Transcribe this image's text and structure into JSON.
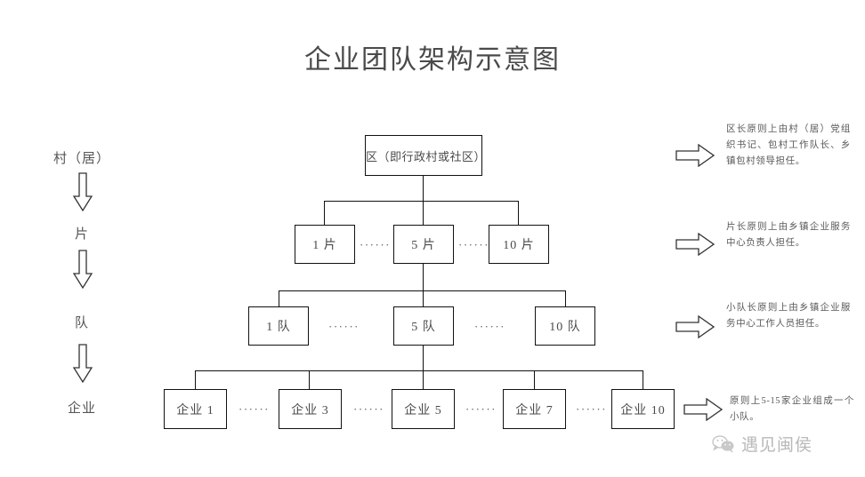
{
  "page": {
    "title": "企业团队架构示意图",
    "background_color": "#ffffff",
    "line_color": "#111111",
    "text_color": "#4a4a4a",
    "note_text_color": "#5a5a5a",
    "watermark_color": "#b9b9b9"
  },
  "hierarchy_ladder": {
    "levels": [
      {
        "label": "村（居）"
      },
      {
        "label": "片"
      },
      {
        "label": "队"
      },
      {
        "label": "企业"
      }
    ],
    "arrow_icon": "arrow-down-block-icon",
    "arrow_count": 3
  },
  "chart_data": {
    "type": "diagram",
    "subtype": "organization-tree",
    "title": "企业团队架构示意图",
    "orientation": "top-down",
    "levels": [
      {
        "level": 1,
        "name": "区",
        "ladder_label": "村（居）",
        "nodes": [
          {
            "label": "区（即行政村或社区）"
          }
        ]
      },
      {
        "level": 2,
        "name": "片",
        "ladder_label": "片",
        "ellipsis_between": true,
        "nodes": [
          {
            "label": "1 片"
          },
          {
            "label": "5 片"
          },
          {
            "label": "10 片"
          }
        ]
      },
      {
        "level": 3,
        "name": "队",
        "ladder_label": "队",
        "ellipsis_between": true,
        "nodes": [
          {
            "label": "1 队"
          },
          {
            "label": "5 队"
          },
          {
            "label": "10 队"
          }
        ]
      },
      {
        "level": 4,
        "name": "企业",
        "ladder_label": "企业",
        "ellipsis_between": true,
        "nodes": [
          {
            "label": "企业 1"
          },
          {
            "label": "企业 3"
          },
          {
            "label": "企业 5"
          },
          {
            "label": "企业 7"
          },
          {
            "label": "企业 10"
          }
        ]
      }
    ],
    "edges": [
      {
        "from": "区（即行政村或社区）",
        "to": [
          "1 片",
          "5 片",
          "10 片"
        ]
      },
      {
        "from": "5 片",
        "to": [
          "1 队",
          "5 队",
          "10 队"
        ]
      },
      {
        "from": "5 队",
        "to": [
          "企业 1",
          "企业 3",
          "企业 5",
          "企业 7",
          "企业 10"
        ]
      }
    ],
    "ellipsis_glyph": "······"
  },
  "notes": [
    {
      "text": "区长原则上由村（居）党组织书记、包村工作队长、乡镇包村领导担任。",
      "arrow_icon": "arrow-right-block-icon"
    },
    {
      "text": "片长原则上由乡镇企业服务中心负责人担任。",
      "arrow_icon": "arrow-right-block-icon"
    },
    {
      "text": "小队长原则上由乡镇企业服务中心工作人员担任。",
      "arrow_icon": "arrow-right-block-icon"
    },
    {
      "text": "原则上5-15家企业组成一个小队。",
      "arrow_icon": "arrow-right-block-icon"
    }
  ],
  "watermark": {
    "icon": "wechat-logo-icon",
    "text": "遇见闽侯"
  }
}
